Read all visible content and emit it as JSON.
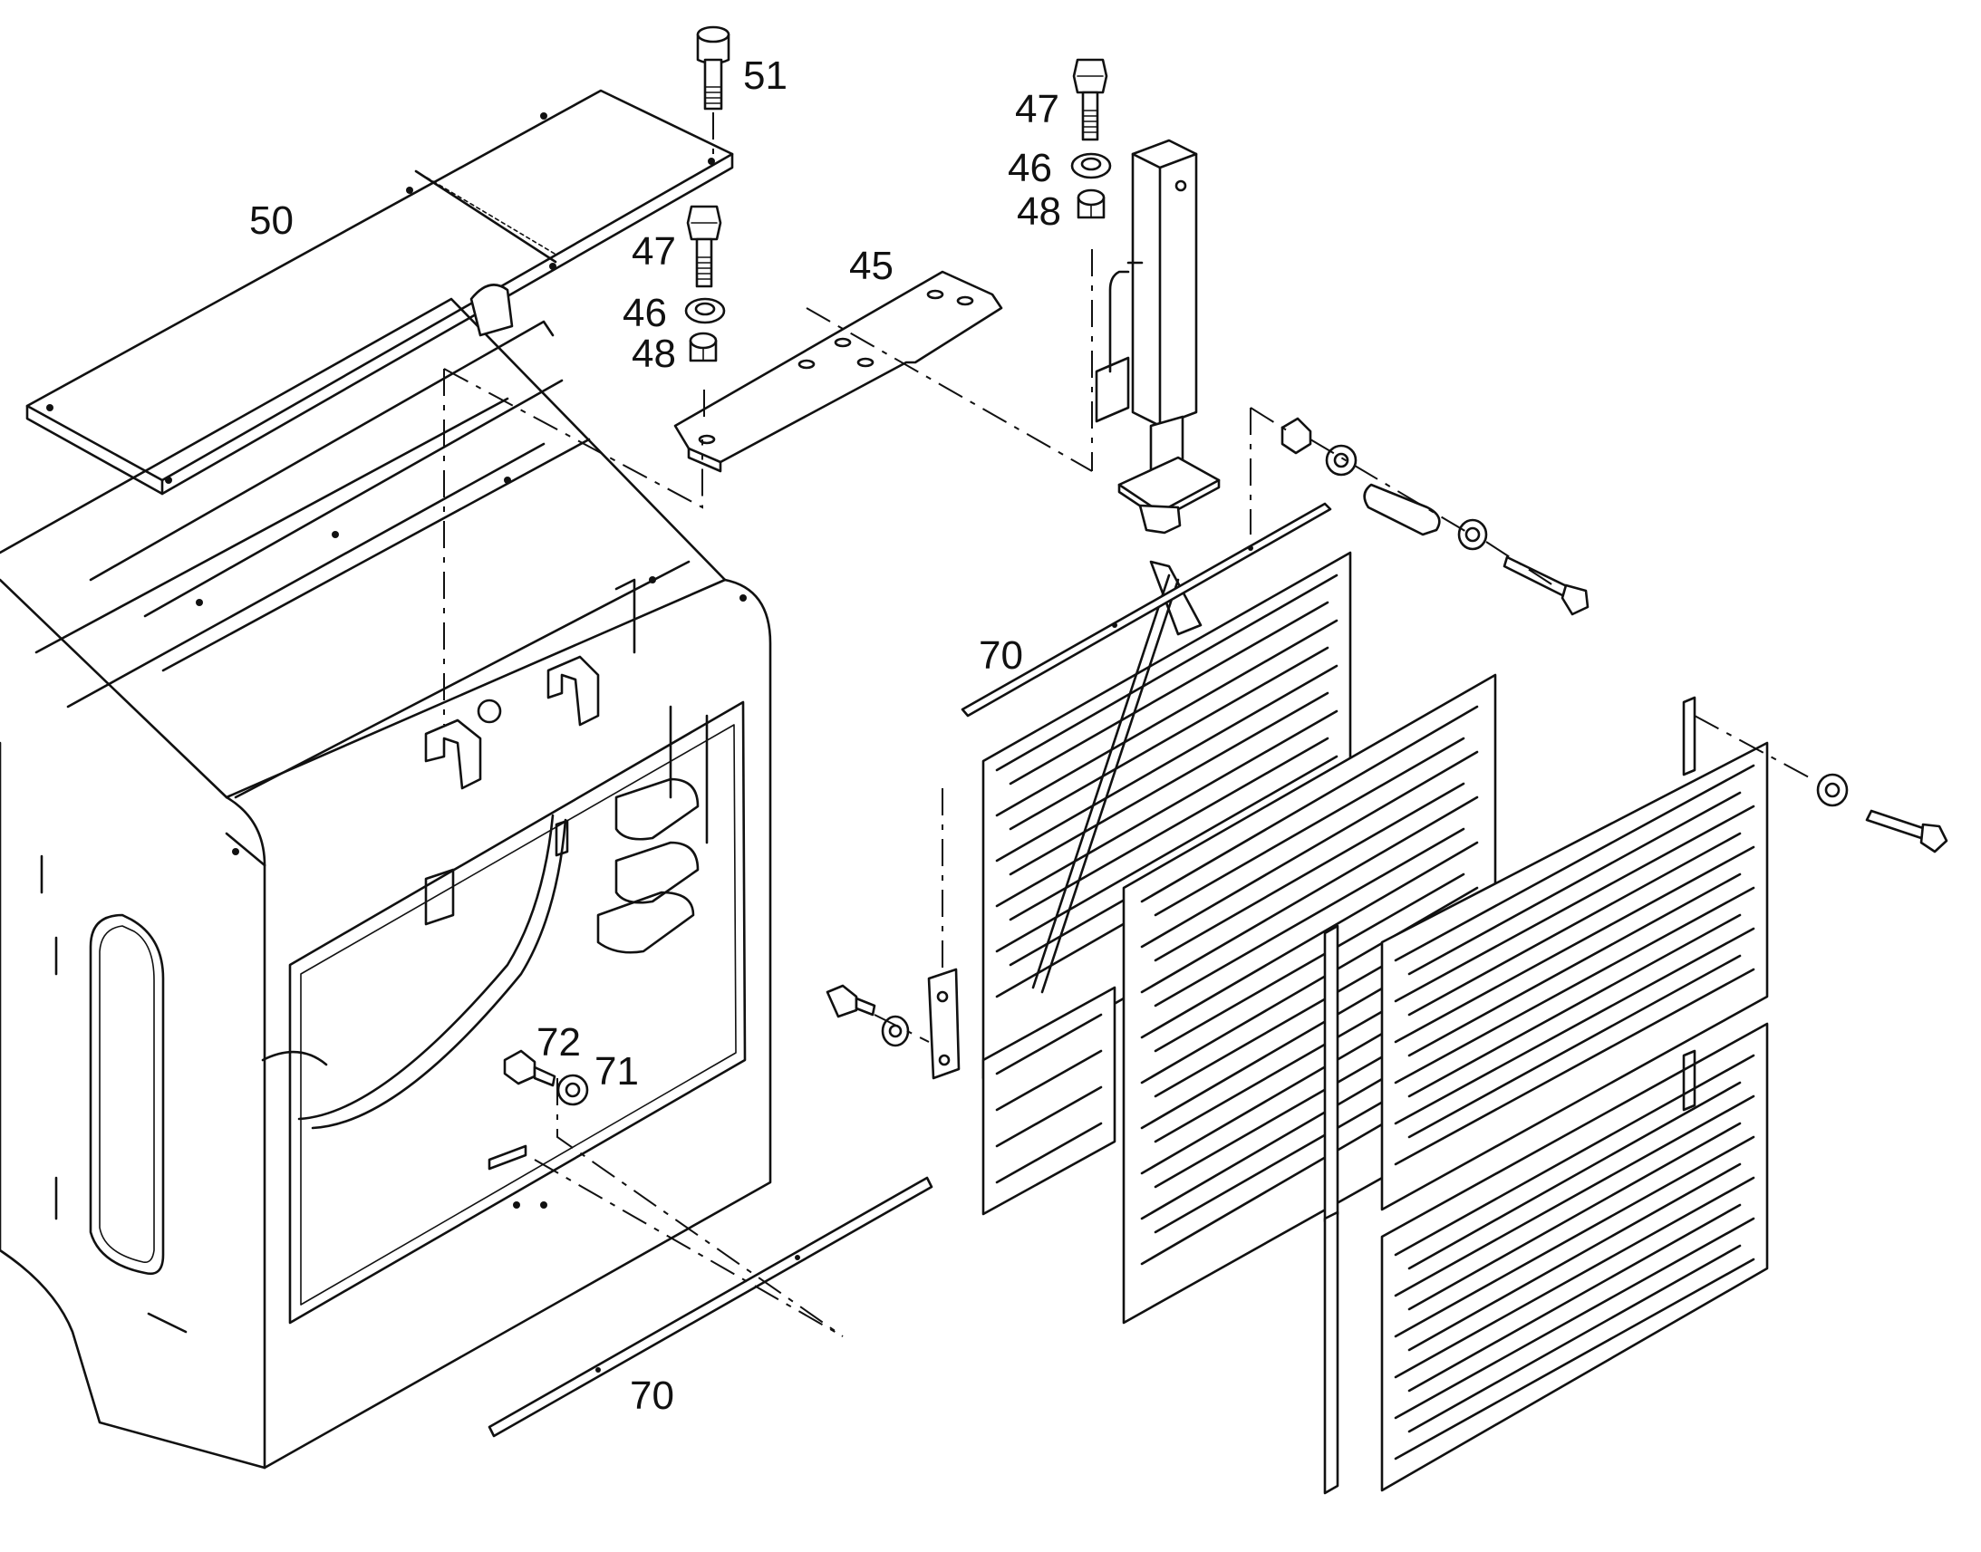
{
  "callouts": [
    {
      "id": "c51",
      "text": "51"
    },
    {
      "id": "c50",
      "text": "50"
    },
    {
      "id": "c47a",
      "text": "47"
    },
    {
      "id": "c46a",
      "text": "46"
    },
    {
      "id": "c48a",
      "text": "48"
    },
    {
      "id": "c45",
      "text": "45"
    },
    {
      "id": "c47b",
      "text": "47"
    },
    {
      "id": "c46b",
      "text": "46"
    },
    {
      "id": "c48b",
      "text": "48"
    },
    {
      "id": "c70a",
      "text": "70"
    },
    {
      "id": "c72",
      "text": "72"
    },
    {
      "id": "c71",
      "text": "71"
    },
    {
      "id": "c70b",
      "text": "70"
    }
  ]
}
